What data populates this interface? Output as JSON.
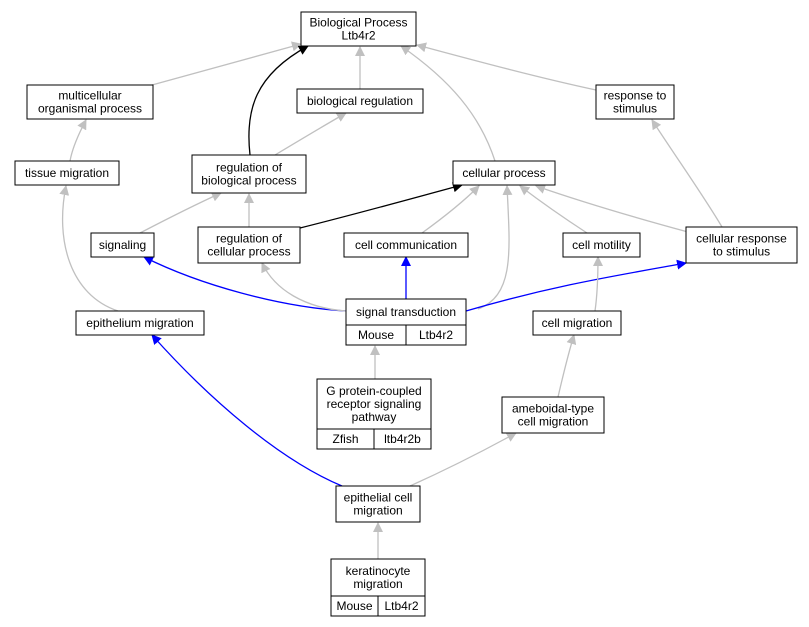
{
  "colors": {
    "gray_edge": "#c0c0c0",
    "black_edge": "#000000",
    "blue_edge": "#0000ff",
    "mouse_cell": "#add8e6",
    "zfish_cell": "#6495ed"
  },
  "nodes": {
    "biological_process": {
      "lines": [
        "Biological Process",
        "Ltb4r2"
      ]
    },
    "multicellular_organismal_process": {
      "lines": [
        "multicellular",
        "organismal process"
      ]
    },
    "biological_regulation": {
      "lines": [
        "biological regulation"
      ]
    },
    "response_to_stimulus": {
      "lines": [
        "response to",
        "stimulus"
      ]
    },
    "tissue_migration": {
      "lines": [
        "tissue migration"
      ]
    },
    "regulation_of_biological_process": {
      "lines": [
        "regulation of",
        "biological process"
      ]
    },
    "cellular_process": {
      "lines": [
        "cellular process"
      ]
    },
    "signaling": {
      "lines": [
        "signaling"
      ]
    },
    "regulation_of_cellular_process": {
      "lines": [
        "regulation of",
        "cellular process"
      ]
    },
    "cell_communication": {
      "lines": [
        "cell communication"
      ]
    },
    "cell_motility": {
      "lines": [
        "cell motility"
      ]
    },
    "cellular_response_to_stimulus": {
      "lines": [
        "cellular response",
        "to stimulus"
      ]
    },
    "signal_transduction": {
      "lines": [
        "signal transduction"
      ],
      "cells": [
        "Mouse",
        "Ltb4r2"
      ]
    },
    "epithelium_migration": {
      "lines": [
        "epithelium migration"
      ]
    },
    "cell_migration": {
      "lines": [
        "cell migration"
      ]
    },
    "gpcr_signaling_pathway": {
      "lines": [
        "G protein-coupled",
        "receptor signaling",
        "pathway"
      ],
      "cells": [
        "Zfish",
        "ltb4r2b"
      ]
    },
    "ameboidal_type_cell_migration": {
      "lines": [
        "ameboidal-type",
        "cell migration"
      ]
    },
    "epithelial_cell_migration": {
      "lines": [
        "epithelial cell",
        "migration"
      ]
    },
    "keratinocyte_migration": {
      "lines": [
        "keratinocyte",
        "migration"
      ],
      "cells": [
        "Mouse",
        "Ltb4r2"
      ]
    }
  },
  "edges": [
    {
      "from": "multicellular_organismal_process",
      "to": "biological_process",
      "style": "gray"
    },
    {
      "from": "biological_regulation",
      "to": "biological_process",
      "style": "gray"
    },
    {
      "from": "response_to_stimulus",
      "to": "biological_process",
      "style": "gray"
    },
    {
      "from": "regulation_of_biological_process",
      "to": "biological_process",
      "style": "black"
    },
    {
      "from": "cellular_process",
      "to": "biological_process",
      "style": "gray"
    },
    {
      "from": "tissue_migration",
      "to": "multicellular_organismal_process",
      "style": "gray"
    },
    {
      "from": "regulation_of_biological_process",
      "to": "biological_regulation",
      "style": "gray"
    },
    {
      "from": "signaling",
      "to": "regulation_of_biological_process",
      "style": "gray"
    },
    {
      "from": "regulation_of_cellular_process",
      "to": "regulation_of_biological_process",
      "style": "gray"
    },
    {
      "from": "regulation_of_cellular_process",
      "to": "cellular_process",
      "style": "black"
    },
    {
      "from": "cell_communication",
      "to": "cellular_process",
      "style": "gray"
    },
    {
      "from": "cell_motility",
      "to": "cellular_process",
      "style": "gray"
    },
    {
      "from": "cellular_response_to_stimulus",
      "to": "cellular_process",
      "style": "gray"
    },
    {
      "from": "signal_transduction",
      "to": "cellular_process",
      "style": "gray"
    },
    {
      "from": "cellular_response_to_stimulus",
      "to": "response_to_stimulus",
      "style": "gray"
    },
    {
      "from": "signal_transduction",
      "to": "signaling",
      "style": "blue"
    },
    {
      "from": "signal_transduction",
      "to": "regulation_of_cellular_process",
      "style": "gray"
    },
    {
      "from": "signal_transduction",
      "to": "cell_communication",
      "style": "blue"
    },
    {
      "from": "signal_transduction",
      "to": "cellular_response_to_stimulus",
      "style": "blue"
    },
    {
      "from": "cell_migration",
      "to": "cell_motility",
      "style": "gray"
    },
    {
      "from": "epithelium_migration",
      "to": "tissue_migration",
      "style": "gray"
    },
    {
      "from": "gpcr_signaling_pathway",
      "to": "signal_transduction",
      "style": "gray"
    },
    {
      "from": "ameboidal_type_cell_migration",
      "to": "cell_migration",
      "style": "gray"
    },
    {
      "from": "epithelial_cell_migration",
      "to": "epithelium_migration",
      "style": "blue"
    },
    {
      "from": "epithelial_cell_migration",
      "to": "ameboidal_type_cell_migration",
      "style": "gray"
    },
    {
      "from": "keratinocyte_migration",
      "to": "epithelial_cell_migration",
      "style": "gray"
    }
  ]
}
